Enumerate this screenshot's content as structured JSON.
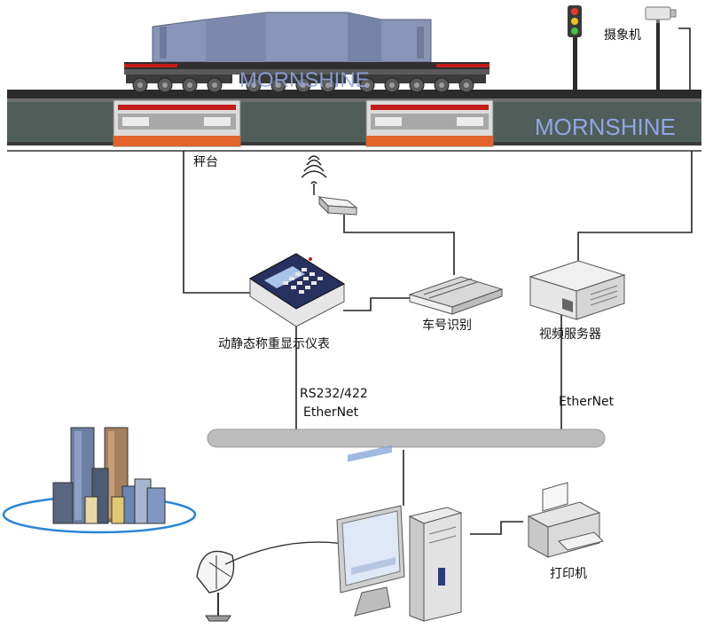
{
  "brand": {
    "watermark_on_train": "MORNSHINE",
    "watermark_on_track": "MORNSHINE"
  },
  "labels": {
    "scale_platform": "秤台",
    "camera": "摄象机",
    "weighing_indicator": "动静态称重显示仪表",
    "car_number_recognition": "车号识别",
    "video_server": "视频服务器",
    "link_indicator_line1": "RS232/422",
    "link_indicator_line2": "EtherNet",
    "link_video": "EtherNet",
    "printer": "打印机"
  },
  "icons": [
    "train-car-icon",
    "traffic-light-icon",
    "surveillance-camera-icon",
    "wireless-antenna-icon",
    "weighing-indicator-device-icon",
    "network-switch-icon",
    "video-server-icon",
    "city-buildings-icon",
    "satellite-dish-icon",
    "computer-workstation-icon",
    "printer-icon"
  ],
  "colors": {
    "rail_track": "#4a5a52",
    "platform_orange": "#e2642a",
    "platform_red": "#c51c1c",
    "network_bus": "#bdbdbd",
    "watermark": "#8fa6e8",
    "ellipse_ring": "#2b86d6"
  }
}
